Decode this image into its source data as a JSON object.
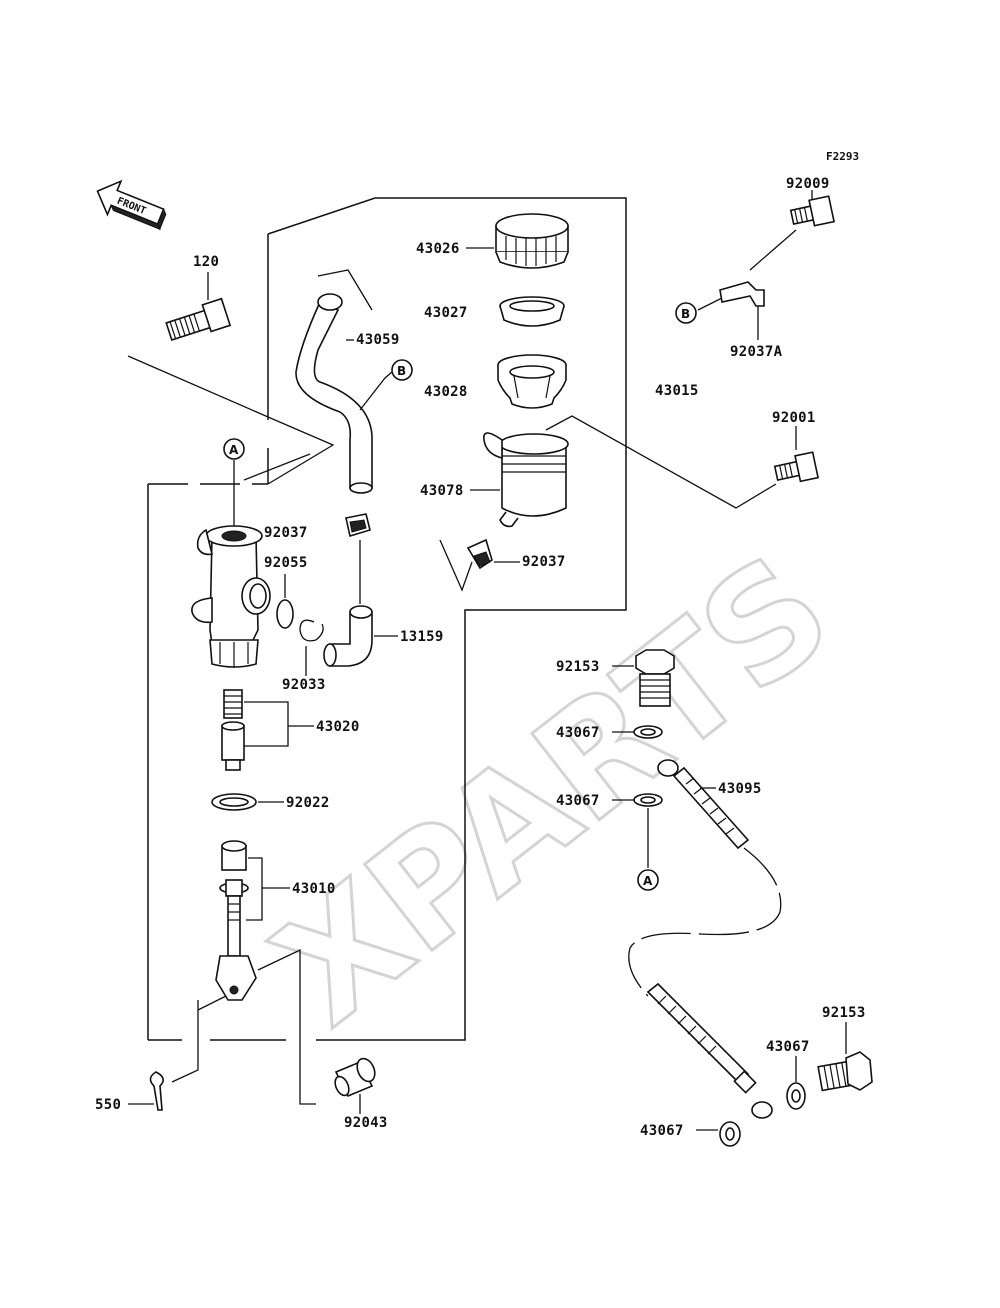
{
  "diagram": {
    "code": "F2293",
    "front_label": "FRONT",
    "watermark": "XPARTS",
    "callouts": {
      "p43026": "43026",
      "p43027": "43027",
      "p43028": "43028",
      "p43059": "43059",
      "p43015": "43015",
      "p43078": "43078",
      "p92009": "92009",
      "p92037A": "92037A",
      "p92001": "92001",
      "p120": "120",
      "p92037a": "92037",
      "p92037b": "92037",
      "p92055": "92055",
      "p92033": "92033",
      "p13159": "13159",
      "p43020": "43020",
      "p92022": "92022",
      "p43010": "43010",
      "p550": "550",
      "p92043": "92043",
      "p92153a": "92153",
      "p43067a": "43067",
      "p43095": "43095",
      "p43067b": "43067",
      "p92153b": "92153",
      "p43067c": "43067",
      "p43067d": "43067"
    },
    "refs": {
      "refA": "A",
      "refB": "B"
    }
  }
}
